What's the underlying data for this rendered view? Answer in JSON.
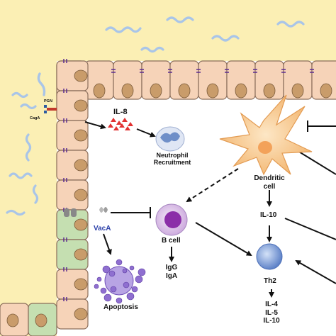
{
  "labels": {
    "il8": "IL-8",
    "neutrophil_line1": "Neutrophil",
    "neutrophil_line2": "Recruitment",
    "dendritic_line1": "Dendritic",
    "dendritic_line2": "cell",
    "il10_mid": "IL-10",
    "vaca": "VacA",
    "apoptosis": "Apoptosis",
    "bcell": "B cell",
    "igg": "IgG",
    "iga": "IgA",
    "th2": "Th2",
    "il4": "IL-4",
    "il5": "IL-5",
    "il10_bottom": "IL-10",
    "pgn": "PGN",
    "caga": "CagA"
  },
  "colors": {
    "lumen": "#fbefb4",
    "epithelial_cell": "#f6d3b8",
    "epithelial_border": "#8a6d5a",
    "vacuolated_cell": "#c5dfb1",
    "nucleus": "#c99c6a",
    "junction": "#5b2c8f",
    "dendritic_cell": "#f9c98e",
    "bcell_outer": "#e1cdea",
    "bcell_nucleus": "#8b2ea8",
    "th2_cell": "#6f93d6",
    "il8_dots": "#e23232",
    "vaca_text": "#2a3fa8",
    "apoptotic_body": "#8f6fd0",
    "bacteria": "#a7c4e6"
  }
}
